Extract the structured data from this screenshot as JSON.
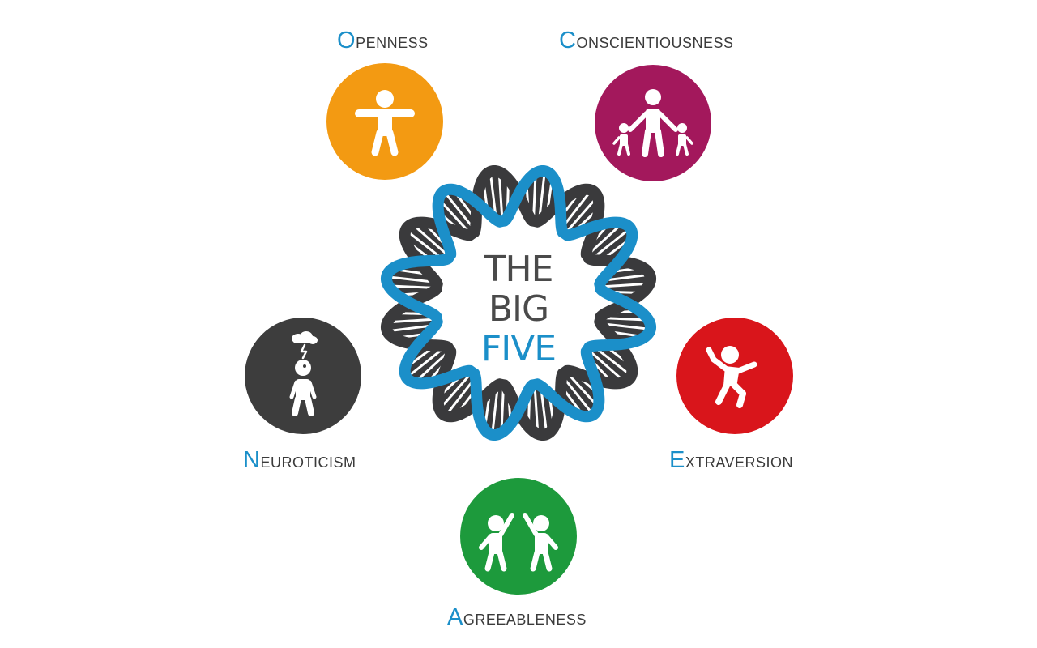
{
  "title": {
    "line1": "THE",
    "line2": "BIG",
    "line3": "FIVE"
  },
  "colors": {
    "accent": "#1b8fc9",
    "text": "#3b3b3b",
    "helix_dark": "#3a3a3c",
    "openness": "#f39a12",
    "conscientiousness": "#a3185c",
    "extraversion": "#d9151b",
    "agreeableness": "#1d9a3c",
    "neuroticism": "#3d3d3d"
  },
  "traits": {
    "openness": {
      "initial": "O",
      "rest": "PENNESS",
      "icon": "open-arms-person-icon"
    },
    "conscientiousness": {
      "initial": "C",
      "rest": "ONSCIENTIOUSNESS",
      "icon": "parent-with-children-icon"
    },
    "extraversion": {
      "initial": "E",
      "rest": "XTRAVERSION",
      "icon": "jumping-person-icon"
    },
    "agreeableness": {
      "initial": "A",
      "rest": "GREEABLENESS",
      "icon": "high-five-people-icon"
    },
    "neuroticism": {
      "initial": "N",
      "rest": "EUROTICISM",
      "icon": "storm-cloud-person-icon"
    }
  }
}
